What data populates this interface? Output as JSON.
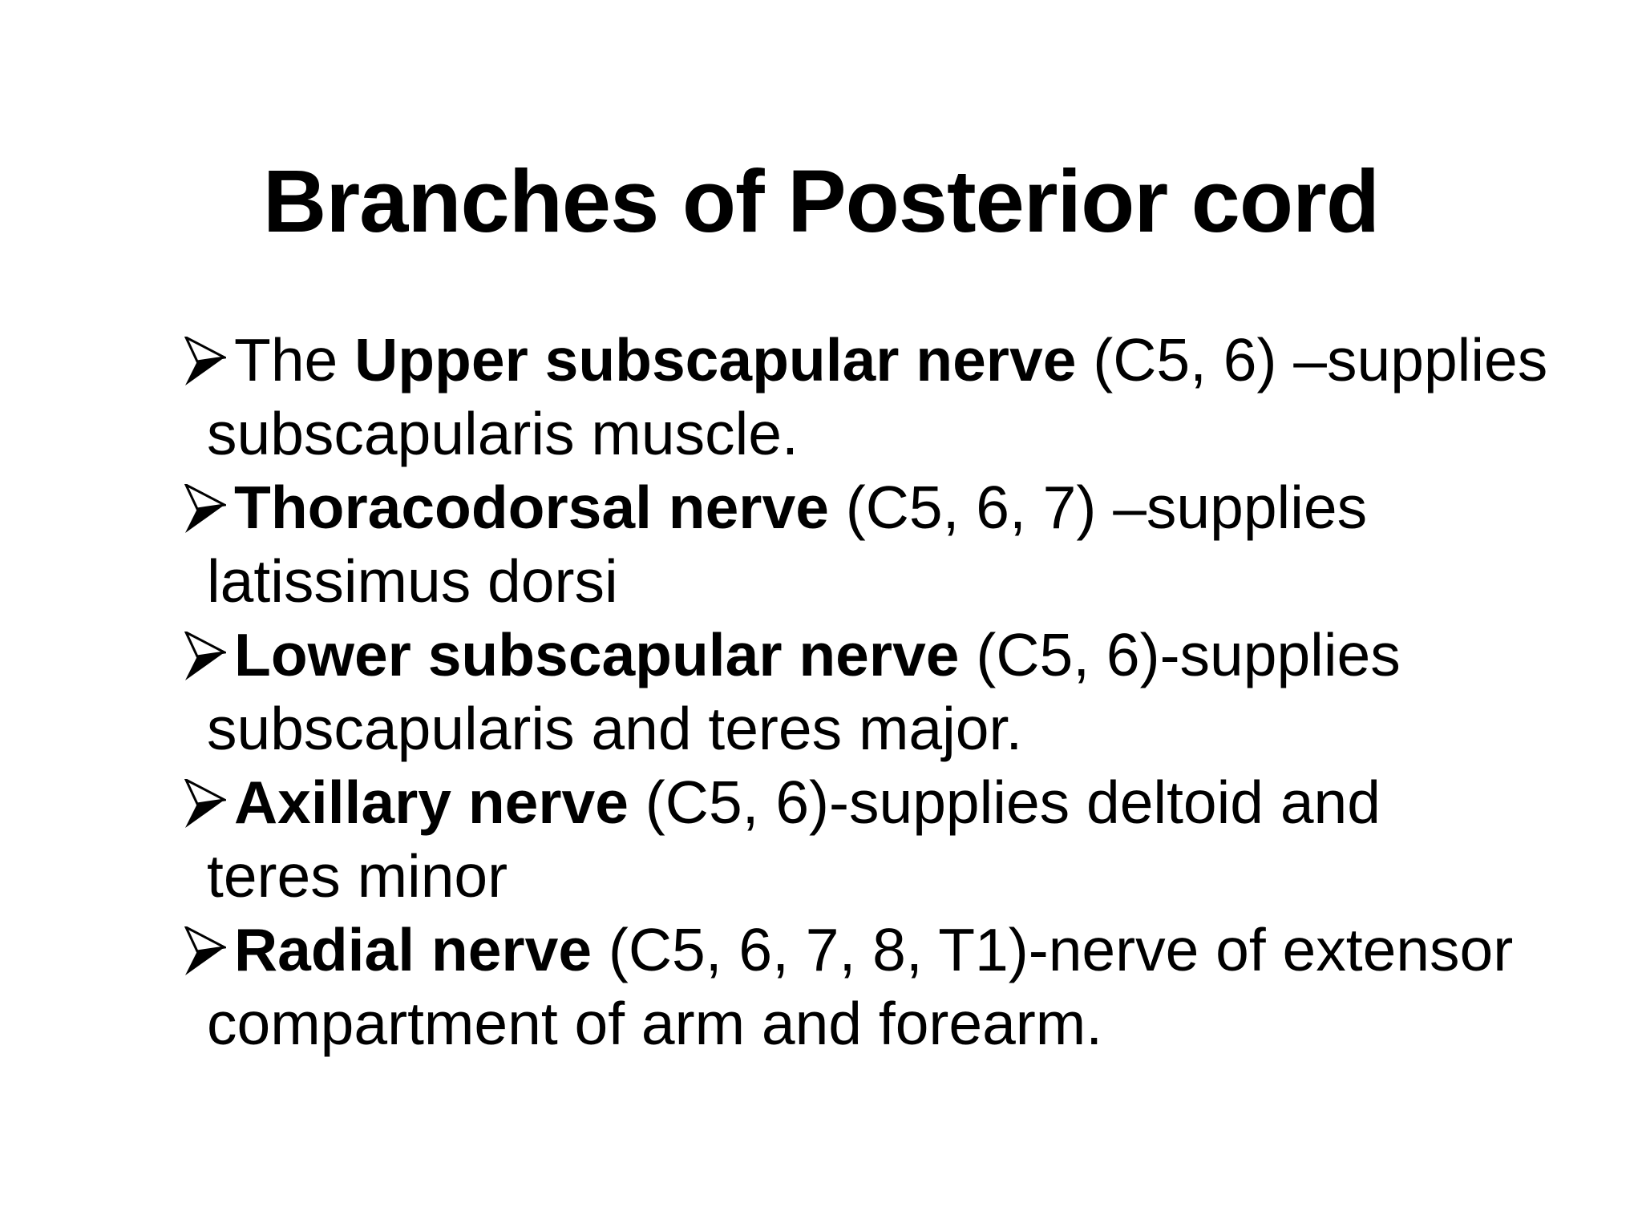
{
  "slide": {
    "title": "Branches of Posterior cord",
    "colors": {
      "text": "#000000",
      "background": "#ffffff"
    },
    "bullet_glyph": "three-d-rightwards-arrowhead",
    "bullets": [
      {
        "lines": [
          {
            "segments": [
              {
                "text": "The ",
                "bold": false
              },
              {
                "text": "Upper subscapular nerve",
                "bold": true
              },
              {
                "text": " (C5, 6) –supplies",
                "bold": false
              }
            ]
          },
          {
            "segments": [
              {
                "text": "subscapularis muscle.",
                "bold": false
              }
            ]
          }
        ]
      },
      {
        "lines": [
          {
            "segments": [
              {
                "text": "Thoracodorsal nerve",
                "bold": true
              },
              {
                "text": " (C5, 6, 7) –supplies",
                "bold": false
              }
            ]
          },
          {
            "segments": [
              {
                "text": "latissimus dorsi",
                "bold": false
              }
            ]
          }
        ]
      },
      {
        "lines": [
          {
            "segments": [
              {
                "text": "Lower subscapular nerve",
                "bold": true
              },
              {
                "text": " (C5, 6)-supplies",
                "bold": false
              }
            ]
          },
          {
            "segments": [
              {
                "text": "subscapularis and teres major.",
                "bold": false
              }
            ]
          }
        ]
      },
      {
        "lines": [
          {
            "segments": [
              {
                "text": "Axillary nerve",
                "bold": true
              },
              {
                "text": " (C5, 6)-supplies deltoid and",
                "bold": false
              }
            ]
          },
          {
            "segments": [
              {
                "text": "teres minor",
                "bold": false
              }
            ]
          }
        ]
      },
      {
        "lines": [
          {
            "segments": [
              {
                "text": "Radial nerve",
                "bold": true
              },
              {
                "text": " (C5, 6, 7, 8, T1)-nerve of extensor",
                "bold": false
              }
            ]
          },
          {
            "segments": [
              {
                "text": "compartment of arm and forearm.",
                "bold": false
              }
            ]
          }
        ]
      }
    ]
  }
}
